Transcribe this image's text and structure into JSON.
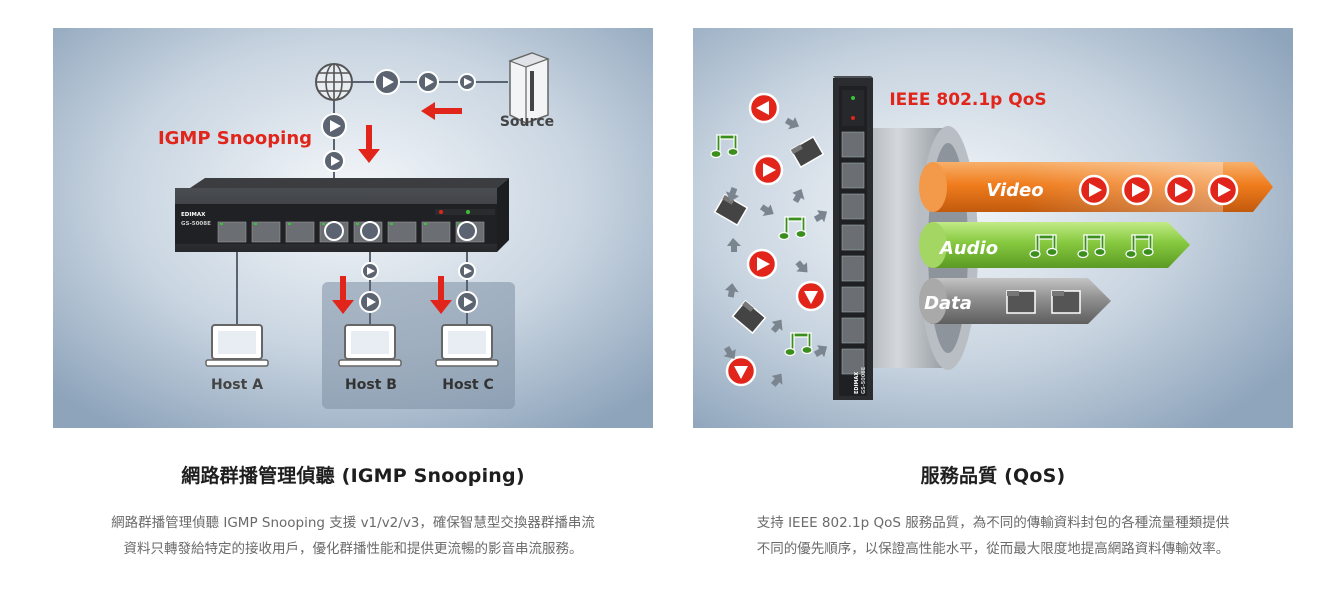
{
  "igmp_panel": {
    "diagram_label": "IGMP Snooping",
    "source_label": "Source",
    "host_a": "Host A",
    "host_b": "Host B",
    "host_c": "Host C",
    "switch_brand": "EDIMAX",
    "switch_model": "GS-5008E",
    "title": "網路群播管理偵聽 (IGMP Snooping)",
    "desc_line1": "網路群播管理偵聽 IGMP Snooping 支援 v1/v2/v3，確保智慧型交換器群播串流",
    "desc_line2": "資料只轉發給特定的接收用戶，優化群播性能和提供更流暢的影音串流服務。"
  },
  "qos_panel": {
    "diagram_label": "IEEE 802.1p QoS",
    "video_label": "Video",
    "audio_label": "Audio",
    "data_label": "Data",
    "switch_brand": "EDIMAX",
    "switch_model": "GS-5008E",
    "title": "服務品質 (QoS)",
    "desc_line1": "支持 IEEE 802.1p QoS 服務品質，為不同的傳輸資料封包的各種流量種類提供",
    "desc_line2": "不同的優先順序，以保證高性能水平，從而最大限度地提高網路資料傳輸效率。"
  },
  "colors": {
    "accent_red": "#e1251b",
    "video_orange": "#f07d1e",
    "audio_green": "#7cc23a",
    "data_gray": "#8a8a8a",
    "panel_blue": "#9fb3c8"
  }
}
